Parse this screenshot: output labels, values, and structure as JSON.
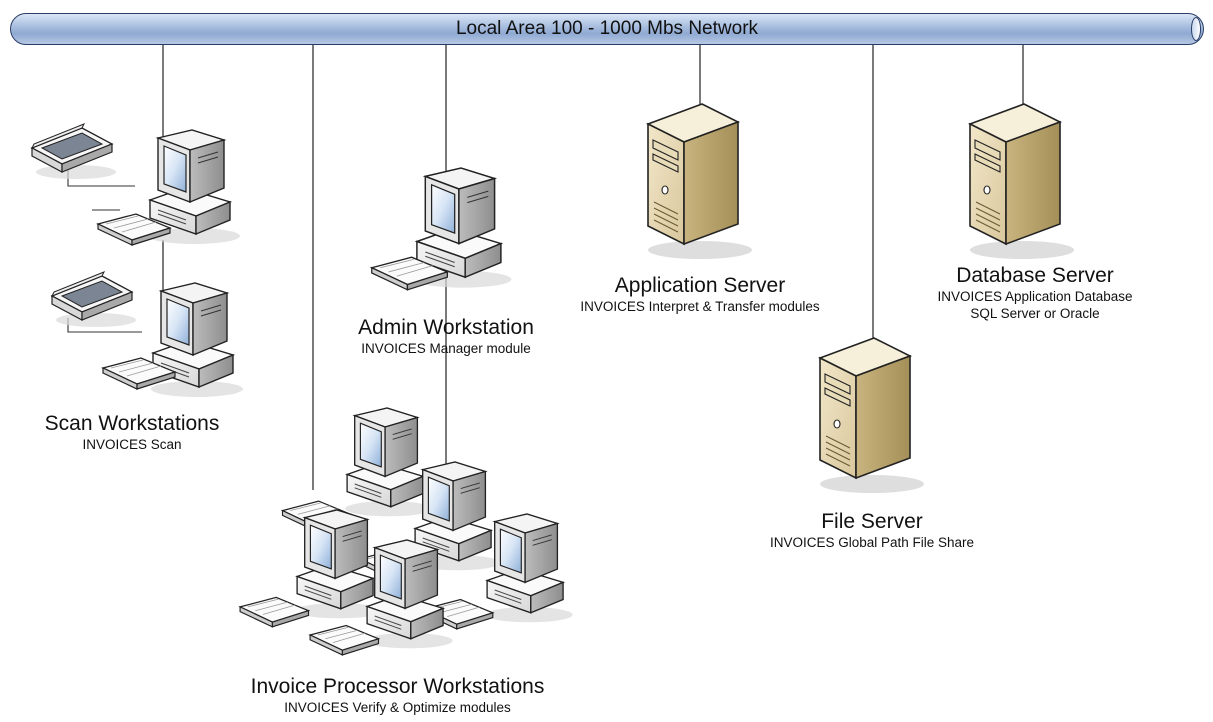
{
  "network": {
    "label": "Local Area 100 - 1000 Mbs Network"
  },
  "nodes": {
    "scan": {
      "title": "Scan Workstations",
      "lines": [
        "INVOICES Scan"
      ]
    },
    "admin": {
      "title": "Admin Workstation",
      "lines": [
        "INVOICES Manager module"
      ]
    },
    "application_server": {
      "title": "Application Server",
      "lines": [
        "INVOICES Interpret & Transfer modules"
      ]
    },
    "database_server": {
      "title": "Database Server",
      "lines": [
        "INVOICES Application Database",
        "SQL Server or Oracle"
      ]
    },
    "file_server": {
      "title": "File  Server",
      "lines": [
        "INVOICES Global Path File Share"
      ]
    },
    "invoice_processor": {
      "title": "Invoice Processor Workstations",
      "lines": [
        "INVOICES Verify & Optimize modules"
      ]
    }
  }
}
